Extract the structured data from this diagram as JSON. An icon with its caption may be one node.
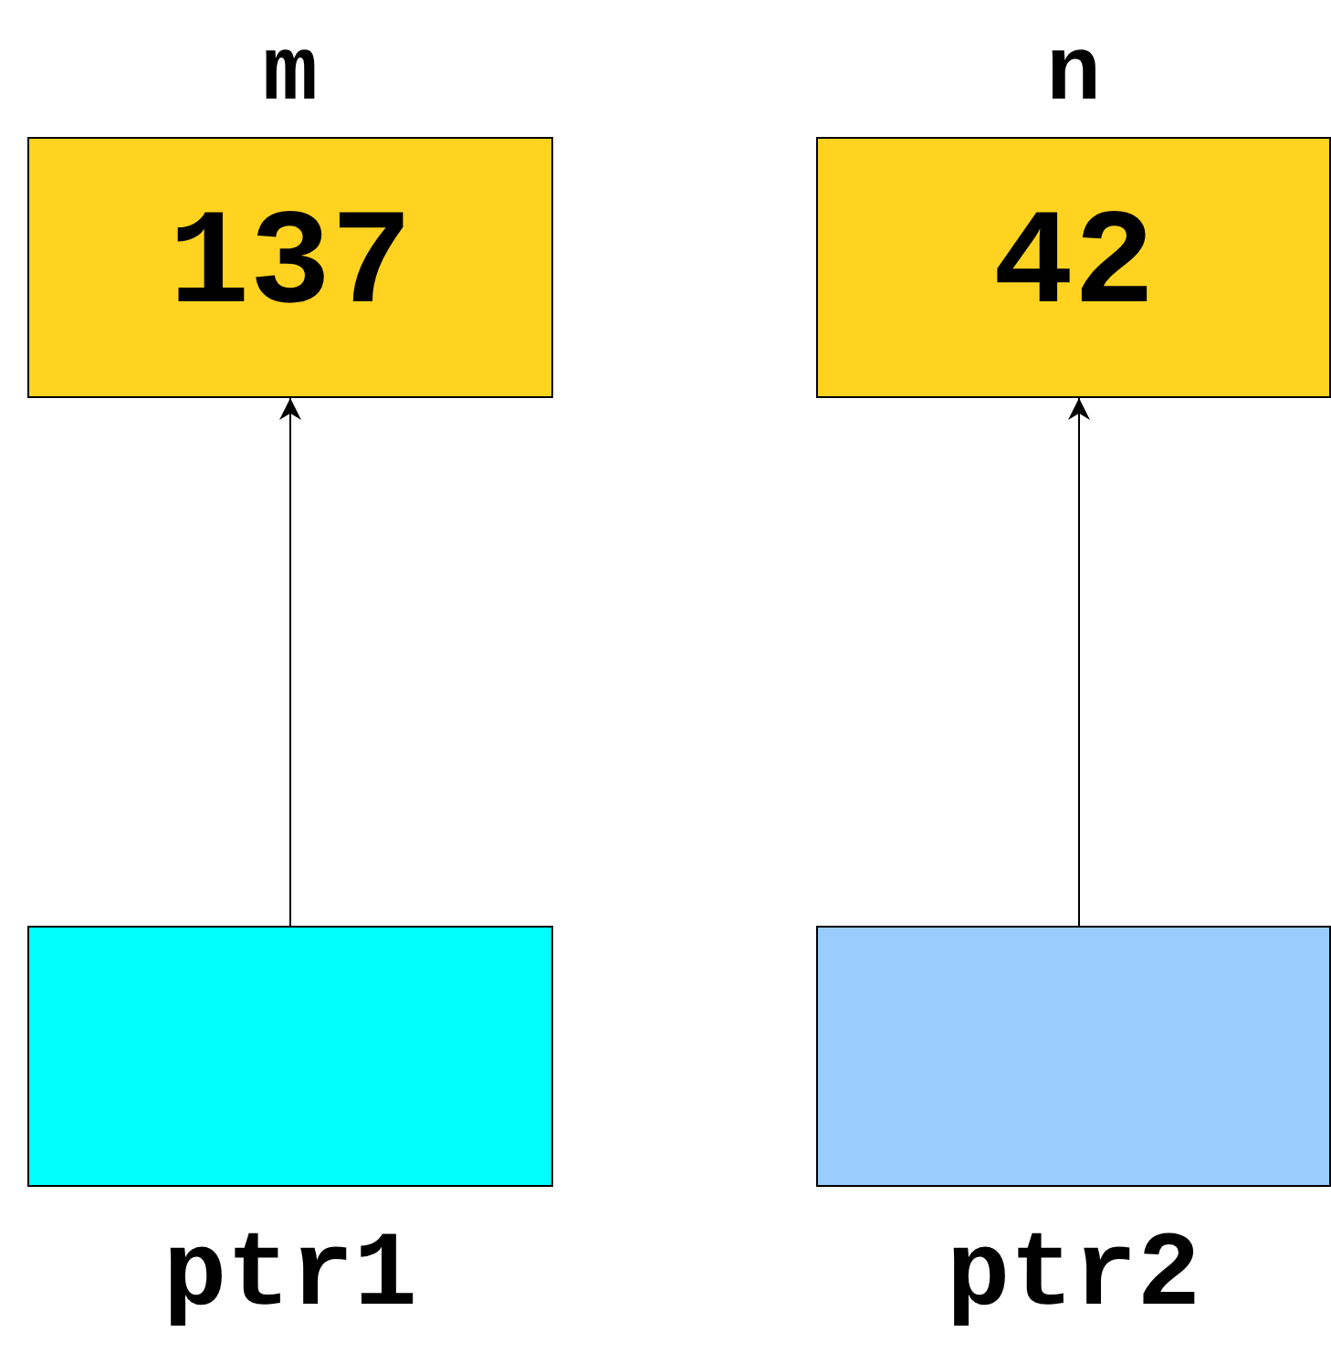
{
  "diagram": {
    "nodes": [
      {
        "text": [
          "m",
          "137"
        ]
      },
      {
        "text": [
          "n",
          "42"
        ]
      },
      {
        "text": [
          "ptr1"
        ]
      },
      {
        "text": [
          "ptr2"
        ]
      }
    ],
    "edges": [
      {
        "from": 2,
        "to": 0,
        "arrow": "to"
      },
      {
        "from": 3,
        "to": 1,
        "arrow": "to"
      }
    ]
  }
}
